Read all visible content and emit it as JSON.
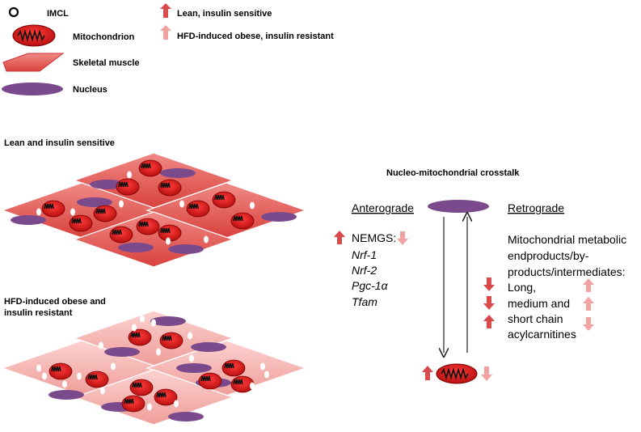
{
  "legend": {
    "imcl": "IMCL",
    "mitochondrion": "Mitochondrion",
    "skeletal_muscle": "Skeletal muscle",
    "nucleus": "Nucleus",
    "lean_arrow": "Lean, insulin sensitive",
    "obese_arrow": "HFD-induced obese, insulin resistant"
  },
  "lean_section": {
    "title": "Lean and insulin sensitive"
  },
  "obese_section": {
    "title_line1": "HFD-induced obese and",
    "title_line2": "insulin resistant"
  },
  "crosstalk": {
    "title": "Nucleo-mitochondrial crosstalk",
    "anterograde": "Anterograde",
    "retrograde": "Retrograde",
    "nemgs_label": "NEMGS:",
    "genes": [
      "Nrf-1",
      "Nrf-2",
      "Pgc-1α",
      "Tfam"
    ],
    "retro_lines": [
      "Mitochondrial metabolic",
      "endproducts/by-",
      "products/intermediates:"
    ],
    "acyl_lines": [
      "Long,",
      "medium and",
      "short chain",
      "acylcarnitines"
    ]
  },
  "colors": {
    "lean_muscle": "#e8605c",
    "obese_muscle": "#f7b9b6",
    "nucleus": "#7a4a8c",
    "mito_red": "#e81c1c",
    "arrow_dark": "#d94a4a",
    "arrow_light": "#f2a3a1"
  }
}
